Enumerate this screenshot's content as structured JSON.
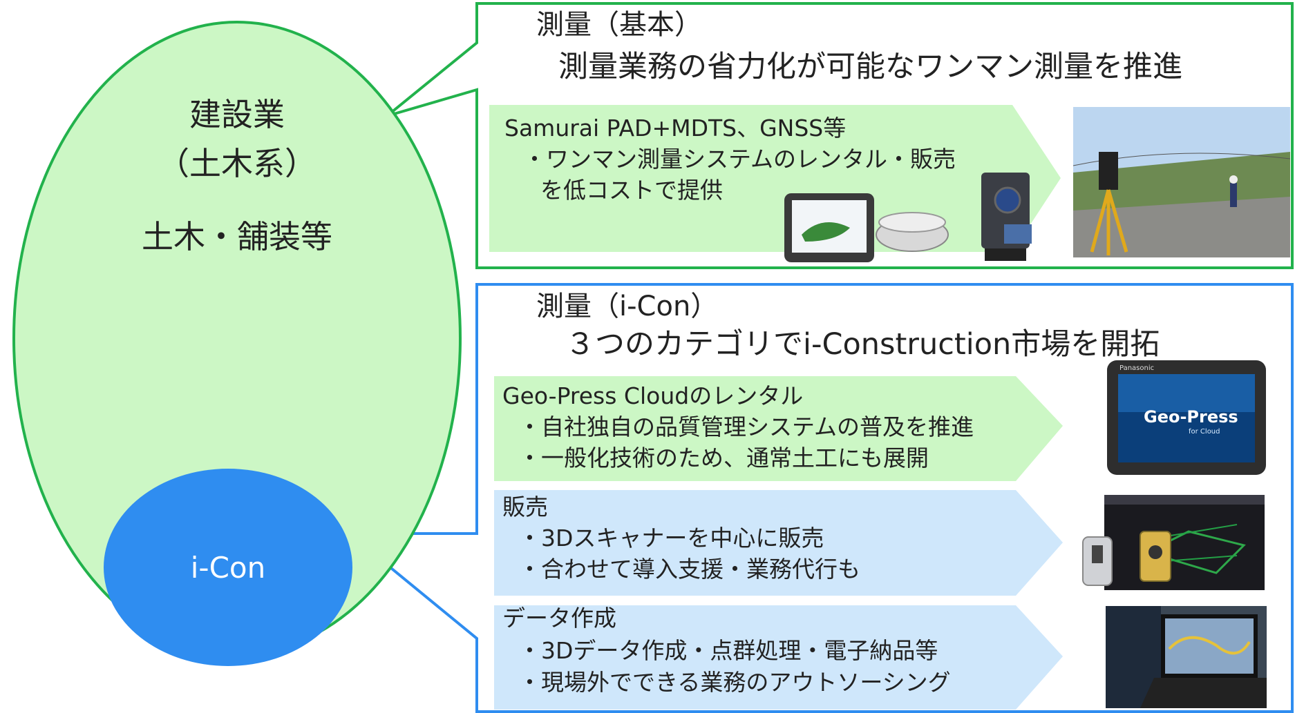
{
  "industry": {
    "title": "建設業",
    "subtitle": "（土木系）",
    "fields": "土木・舗装等",
    "icon_label": "i-Con"
  },
  "basic_box": {
    "title": "測量（基本）",
    "headline": "測量業務の省力化が可能なワンマン測量を推進",
    "item": {
      "title": "Samurai PAD+MDTS、GNSS等",
      "lines": [
        "・ワンマン測量システムのレンタル・販売",
        "を低コストで提供"
      ]
    }
  },
  "icon_box": {
    "title": "測量（i-Con）",
    "headline": "３つのカテゴリでi-Construction市場を開拓",
    "items": [
      {
        "title": "Geo-Press Cloudのレンタル",
        "lines": [
          "・自社独自の品質管理システムの普及を推進",
          "・一般化技術のため、通常土工にも展開"
        ]
      },
      {
        "title": "販売",
        "lines": [
          "・3Dスキャナーを中心に販売",
          "・合わせて導入支援・業務代行も"
        ]
      },
      {
        "title": "データ作成",
        "lines": [
          "・3Dデータ作成・点群処理・電子納品等",
          "・現場外でできる業務のアウトソーシング"
        ]
      }
    ]
  },
  "tablet_screen": {
    "brand": "Panasonic",
    "logo": "Geo-Press",
    "logo_sub": "for Cloud"
  },
  "colors": {
    "green_border": "#22b24c",
    "green_fill": "#ccf7c5",
    "blue_border": "#2f8df0",
    "blue_fill": "#cfe7fb",
    "icon_fill": "#2f8df0"
  }
}
